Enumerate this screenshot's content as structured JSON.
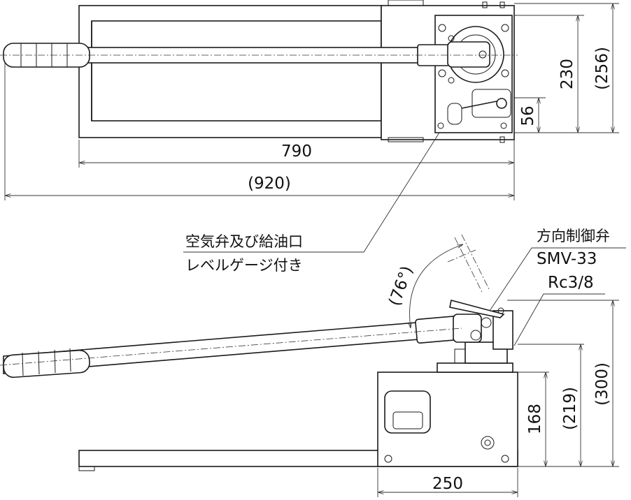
{
  "top_view": {
    "dim_length": "790",
    "dim_overall_length": "(920)",
    "dim_width": "230",
    "dim_overall_width": "(256)",
    "dim_port_offset": "56"
  },
  "callout_left": {
    "line1": "空気弁及び給油口",
    "line2": "レベルゲージ付き"
  },
  "callout_right": {
    "valve_label": "方向制御弁",
    "valve_model": "SMV-33",
    "port_size": "Rc3/8"
  },
  "side_view": {
    "handle_angle": "(76°)",
    "dim_box_height": "168",
    "dim_port_height": "(219)",
    "dim_overall_height": "(300)",
    "dim_box_width": "250"
  }
}
